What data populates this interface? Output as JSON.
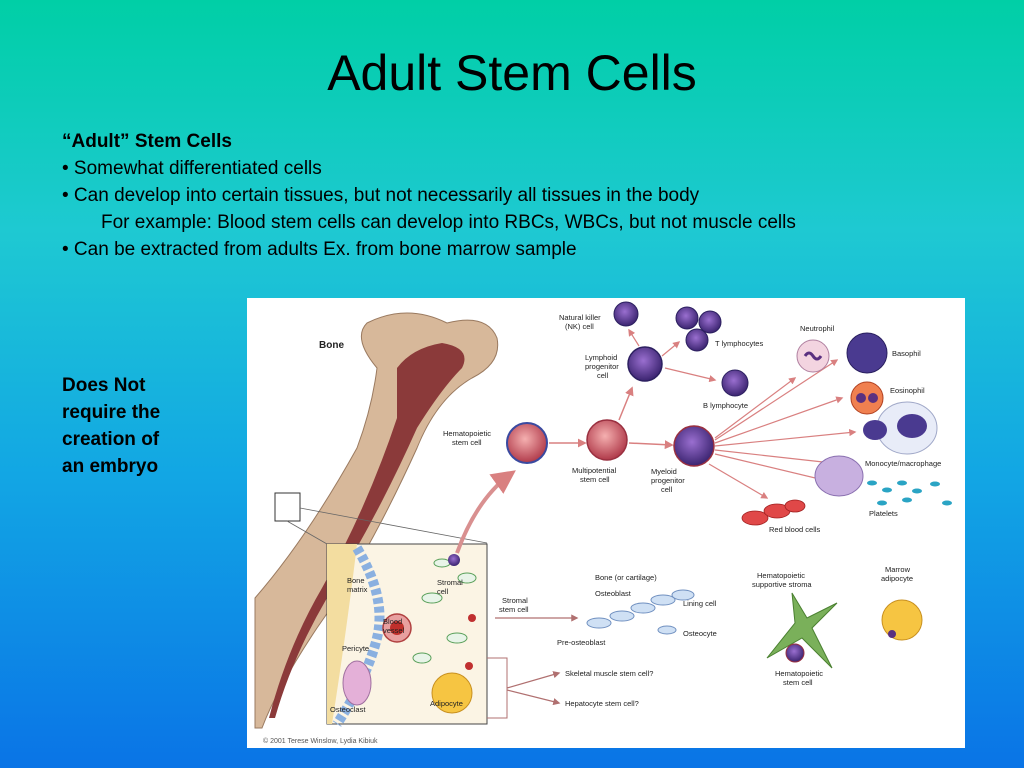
{
  "slide": {
    "title": "Adult Stem Cells",
    "heading": "“Adult” Stem Cells",
    "bullets": [
      "• Somewhat differentiated cells",
      "• Can develop into certain tissues, but not necessarily all tissues in the body"
    ],
    "sub_bullet": "For example:  Blood stem cells can develop into RBCs, WBCs, but not muscle cells",
    "last_bullet": "• Can be extracted from adults  Ex. from bone marrow sample",
    "side_note": [
      "Does Not",
      "require the",
      "creation of",
      "an embryo"
    ]
  },
  "figure": {
    "labels": {
      "bone": "Bone",
      "nk_cell": [
        "Natural killer",
        "(NK) cell"
      ],
      "t_lymphocytes": "T lymphocytes",
      "lymphoid_progenitor": [
        "Lymphoid",
        "progenitor",
        "cell"
      ],
      "b_lymphocyte": "B lymphocyte",
      "neutrophil": "Neutrophil",
      "basophil": "Basophil",
      "eosinophil": "Eosinophil",
      "hematopoietic_stem_cell": [
        "Hematopoietic",
        "stem cell"
      ],
      "multipotential_stem_cell": [
        "Multipotential",
        "stem cell"
      ],
      "myeloid_progenitor": [
        "Myeloid",
        "progenitor",
        "cell"
      ],
      "monocyte_macrophage": "Monocyte/macrophage",
      "platelets": "Platelets",
      "red_blood_cells": "Red blood cells",
      "bone_matrix": [
        "Bone",
        "matrix"
      ],
      "stromal_cell": [
        "Stromal",
        "cell"
      ],
      "blood_vessel": [
        "Blood",
        "vessel"
      ],
      "pericyte": "Pericyte",
      "osteoclast": "Osteoclast",
      "adipocyte": "Adipocyte",
      "stromal_stem_cell": [
        "Stromal",
        "stem cell"
      ],
      "bone_or_cartilage": "Bone (or cartilage)",
      "osteoblast": "Osteoblast",
      "lining_cell": "Lining cell",
      "osteocyte": "Osteocyte",
      "pre_osteoblast": "Pre-osteoblast",
      "hematopoietic_supportive_stroma": [
        "Hematopoietic",
        "supportive stroma"
      ],
      "marrow_adipocyte": [
        "Marrow",
        "adipocyte"
      ],
      "hematopoietic_stem_cell_2": [
        "Hematopoietic",
        "stem cell"
      ],
      "skeletal_muscle_stem_cell": "Skeletal muscle stem cell?",
      "hepatocyte_stem_cell": "Hepatocyte stem cell?",
      "copyright": "© 2001 Terese Winslow, Lydia Kibiuk"
    }
  }
}
